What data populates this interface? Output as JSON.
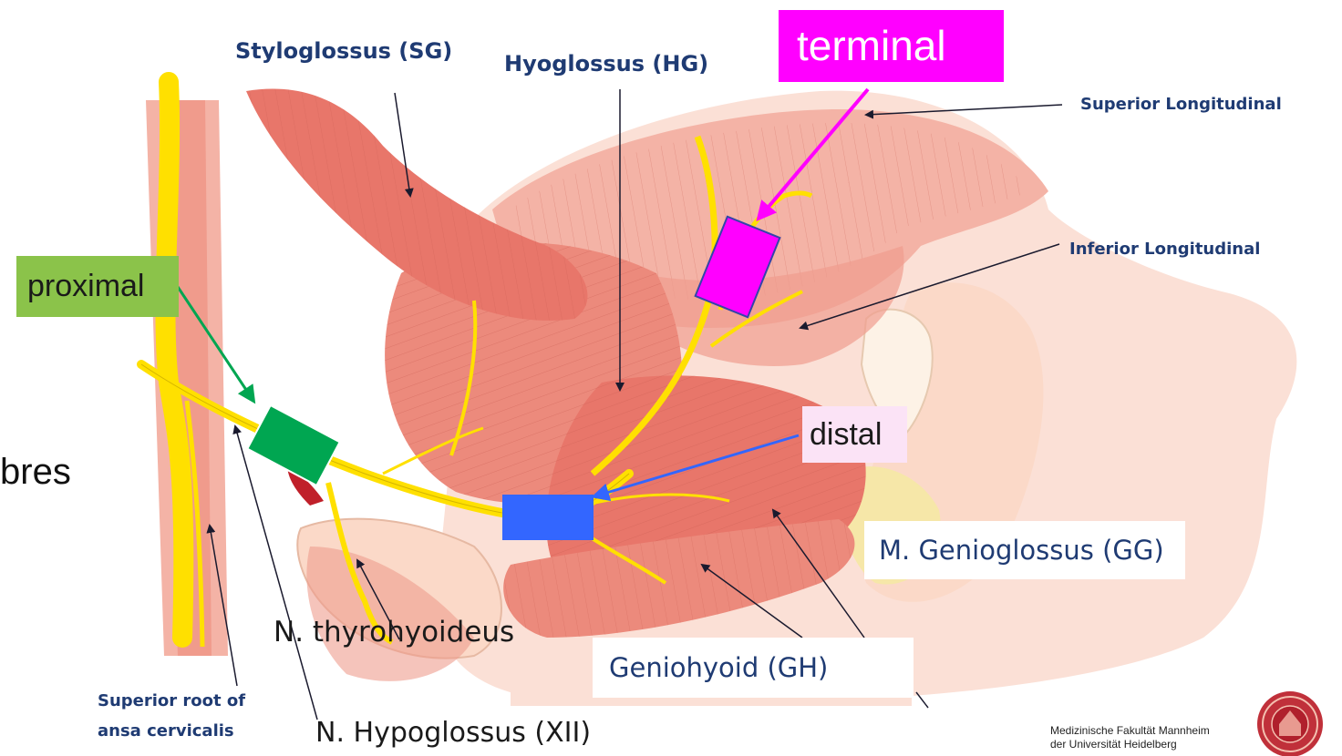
{
  "labels": {
    "styloglossus": "Styloglossus (SG)",
    "hyoglossus": "Hyoglossus (HG)",
    "terminal": "terminal",
    "superior_longitudinal": "Superior Longitudinal",
    "inferior_longitudinal": "Inferior Longitudinal",
    "proximal": "proximal",
    "distal": "distal",
    "bres": "bres",
    "genioglossus": "M. Genioglossus (GG)",
    "geniohyoid": "Geniohyoid (GH)",
    "thyrohyoideus": "N. thyrohyoideus",
    "hypoglossus": "N. Hypoglossus (XII)",
    "superior_root_line1": "Superior root of",
    "superior_root_line2": "ansa cervicalis",
    "faculty_line1": "Medizinische Fakultät Mannheim",
    "faculty_line2": "der Universität Heidelberg"
  },
  "colors": {
    "muscle": "#e8766a",
    "muscle_light": "#f4b3a6",
    "tissue": "#fbe0d6",
    "nerve": "#ffe000",
    "marker_terminal": "#ff00ff",
    "marker_proximal": "#00a651",
    "marker_distal": "#3366ff",
    "arrow_terminal": "#ff00ff",
    "arrow_proximal": "#00a651",
    "arrow_distal": "#3366ff",
    "label_text": "#1f3b73"
  },
  "icons": [
    "university-seal-icon"
  ]
}
